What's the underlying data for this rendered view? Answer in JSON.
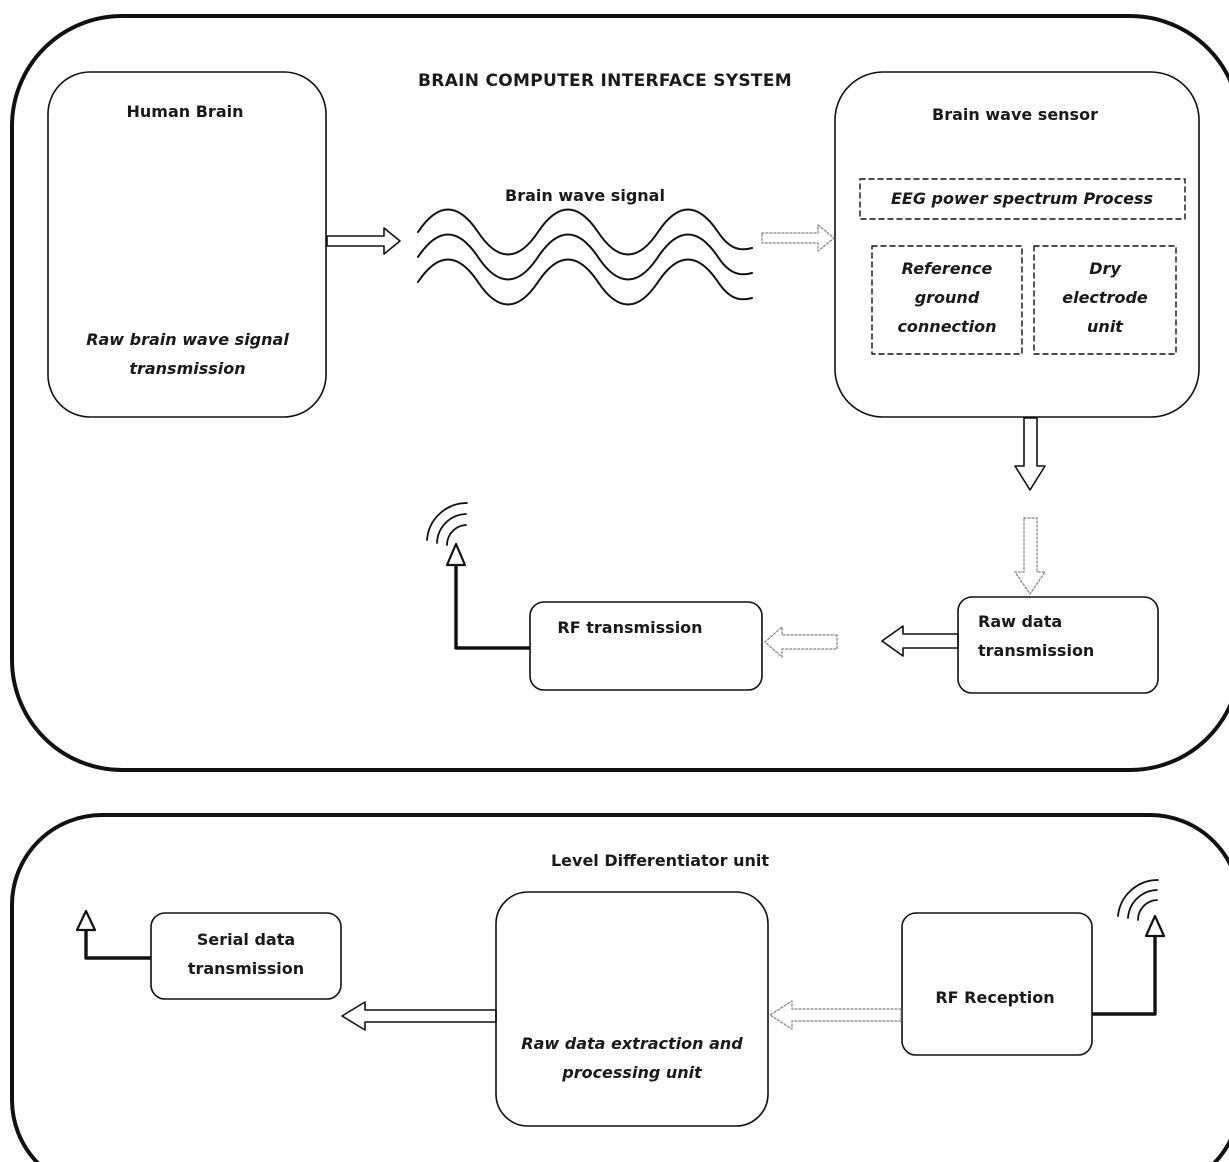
{
  "bci_system": {
    "title": "BRAIN   COMPUTER   INTERFACE   SYSTEM",
    "human_brain": {
      "title": "Human Brain",
      "caption": "Raw brain wave signal\ntransmission"
    },
    "signal_label": "Brain wave signal",
    "sensor": {
      "title": "Brain wave sensor",
      "eeg": "EEG power spectrum Process",
      "reference": "Reference\nground\nconnection",
      "dry": "Dry\nelectrode\nunit"
    },
    "raw_data": "Raw data\ntransmission",
    "rf_transmission": "RF transmission"
  },
  "level_unit": {
    "title": "Level Differentiator unit",
    "serial": "Serial data\ntransmission",
    "processing": "Raw data extraction and\nprocessing unit",
    "rf_reception": "RF Reception"
  }
}
